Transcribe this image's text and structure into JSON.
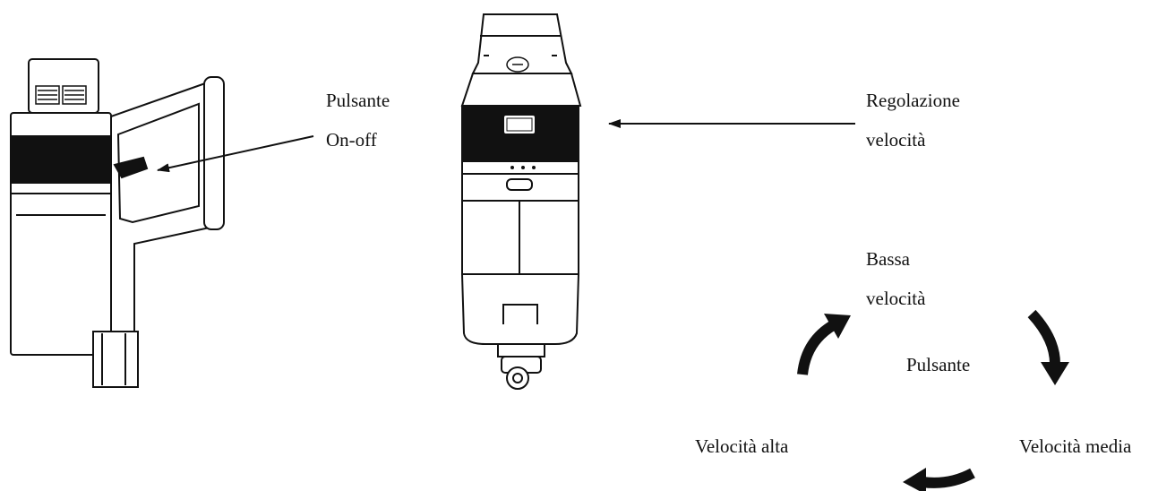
{
  "labels": {
    "on_off_line1": "Pulsante",
    "on_off_line2": "On-off",
    "speed_reg_line1": "Regolazione",
    "speed_reg_line2": "velocità",
    "low_line1": "Bassa",
    "low_line2": "velocità",
    "center_button": "Pulsante",
    "high": "Velocità alta",
    "medium": "Velocità media"
  },
  "icons": {
    "side_device": "vacuum-side-view-illustration",
    "front_device": "vacuum-front-view-illustration",
    "cycle_arrows": "curved-cycle-arrow-icon"
  },
  "colors": {
    "line": "#111111",
    "fill": "#ffffff",
    "dark_band": "#111111"
  }
}
